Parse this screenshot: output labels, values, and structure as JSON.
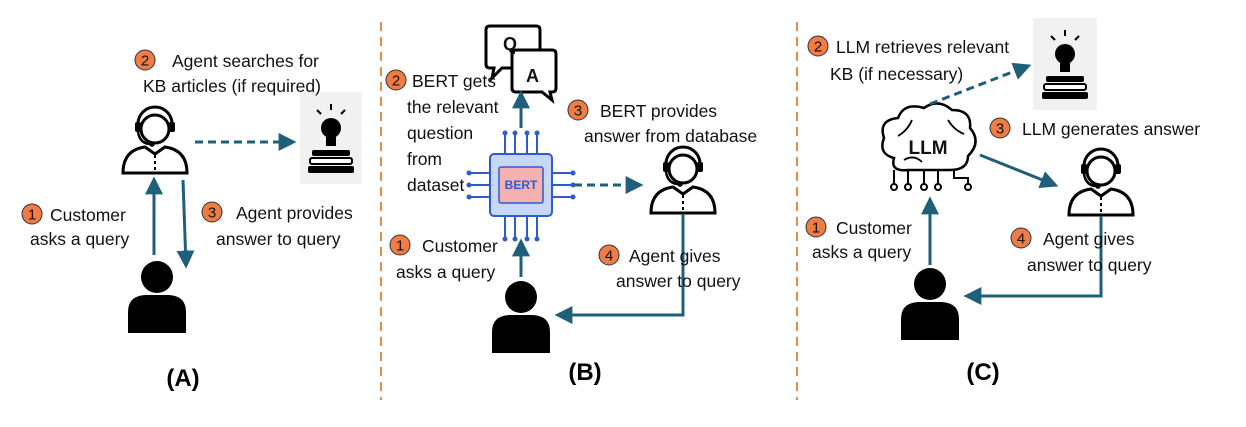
{
  "colors": {
    "arrow": "#1f5f7a",
    "badge": "#ef7b45",
    "divider": "#e58a4f",
    "person": "#000000"
  },
  "panels": [
    {
      "label": "(A)",
      "steps": [
        {
          "num": "1",
          "lines": [
            "Customer",
            "asks a query"
          ]
        },
        {
          "num": "2",
          "lines": [
            "Agent searches for",
            "KB articles (if required)"
          ]
        },
        {
          "num": "3",
          "lines": [
            "Agent provides",
            "answer to  query"
          ]
        }
      ]
    },
    {
      "label": "(B)",
      "chip_text": "BERT",
      "qa": {
        "q": "Q",
        "a": "A"
      },
      "steps": [
        {
          "num": "1",
          "lines": [
            "Customer",
            "asks a query"
          ]
        },
        {
          "num": "2",
          "lines": [
            "BERT gets",
            "the relevant",
            "question",
            "from",
            "dataset"
          ]
        },
        {
          "num": "3",
          "lines": [
            "BERT provides",
            "answer from database"
          ]
        },
        {
          "num": "4",
          "lines": [
            "Agent gives",
            "answer  to  query"
          ]
        }
      ]
    },
    {
      "label": "(C)",
      "brain_text": "LLM",
      "steps": [
        {
          "num": "1",
          "lines": [
            "Customer",
            "asks a query"
          ]
        },
        {
          "num": "2",
          "lines": [
            "LLM retrieves relevant",
            "KB (if necessary)"
          ]
        },
        {
          "num": "3",
          "lines": [
            "LLM generates answer"
          ]
        },
        {
          "num": "4",
          "lines": [
            "Agent  gives",
            "answer  to query"
          ]
        }
      ]
    }
  ]
}
